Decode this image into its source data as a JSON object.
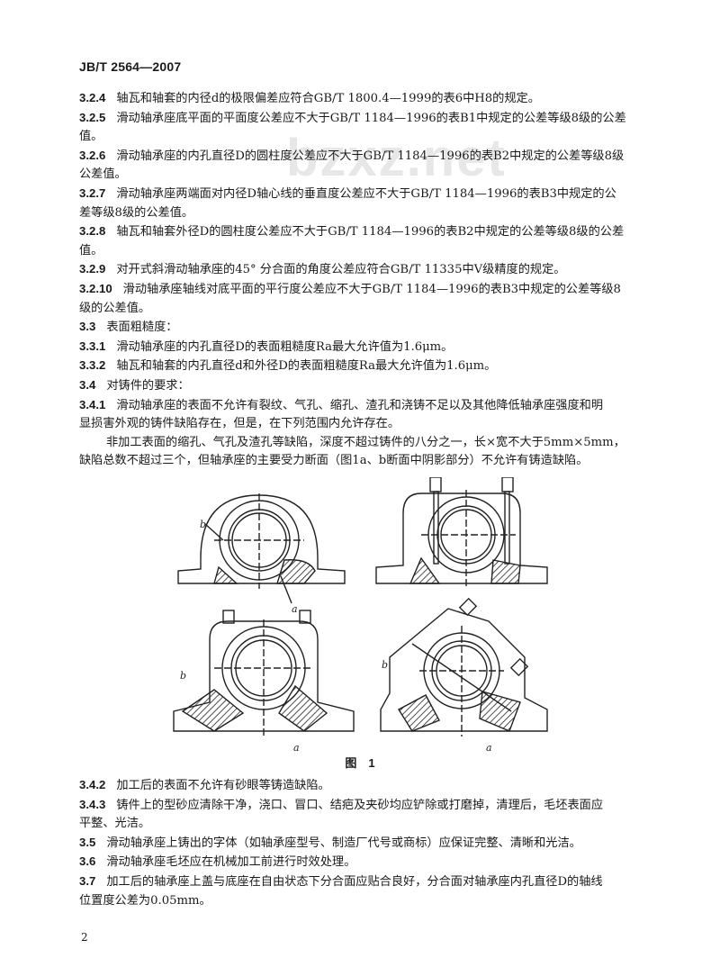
{
  "header": {
    "std_no": "JB/T 2564—2007"
  },
  "watermark": "bzxz.net",
  "block1": [
    {
      "num": "3.2.4",
      "lines": [
        "轴瓦和轴套的内径d的极限偏差应符合GB/T 1800.4—1999的表6中H8的规定。"
      ]
    },
    {
      "num": "3.2.5",
      "lines": [
        "滑动轴承座底平面的平面度公差应不大于GB/T 1184—1996的表B1中规定的公差等级8级的公差",
        "值。"
      ]
    },
    {
      "num": "3.2.6",
      "lines": [
        "滑动轴承座的内孔直径D的圆柱度公差应不大于GB/T 1184—1996的表B2中规定的公差等级8级",
        "公差值。"
      ]
    },
    {
      "num": "3.2.7",
      "lines": [
        "滑动轴承座两端面对内径D轴心线的垂直度公差应不大于GB/T 1184—1996的表B3中规定的公",
        "差等级8级的公差值。"
      ]
    },
    {
      "num": "3.2.8",
      "lines": [
        "轴瓦和轴套外径D的圆柱度公差应不大于GB/T 1184—1996的表B2中规定的公差等级8级的公差",
        "值。"
      ]
    },
    {
      "num": "3.2.9",
      "lines": [
        "对开式斜滑动轴承座的45° 分合面的角度公差应符合GB/T 11335中V级精度的规定。"
      ]
    },
    {
      "num": "3.2.10",
      "lines": [
        "滑动轴承座轴线对底平面的平行度公差应不大于GB/T 1184—1996的表B3中规定的公差等级8",
        "级的公差值。"
      ]
    },
    {
      "num": "3.3",
      "lines": [
        "表面粗糙度："
      ]
    },
    {
      "num": "3.3.1",
      "lines": [
        "滑动轴承座的内孔直径D的表面粗糙度Ra最大允许值为1.6μm。"
      ]
    },
    {
      "num": "3.3.2",
      "lines": [
        "轴瓦和轴套的内孔直径d和外径D的表面粗糙度Ra最大允许值为1.6μm。"
      ]
    },
    {
      "num": "3.4",
      "lines": [
        "对铸件的要求："
      ]
    },
    {
      "num": "3.4.1",
      "lines": [
        "滑动轴承座的表面不允许有裂纹、气孔、缩孔、渣孔和浇铸不足以及其他降低轴承座强度和明",
        "显损害外观的铸件缺陷存在，但是，在下列范围内允许存在。"
      ]
    }
  ],
  "para1": [
    "非加工表面的缩孔、气孔及渣孔等缺陷，深度不超过铸件的八分之一，长×宽不大于5mm×5mm，",
    "缺陷总数不超过三个，但轴承座的主要受力断面（图1a、b断面中阴影部分）不允许有铸造缺陷。"
  ],
  "figure": {
    "caption": "图　1",
    "label_a": "a",
    "label_b": "b"
  },
  "block2": [
    {
      "num": "3.4.2",
      "lines": [
        "加工后的表面不允许有砂眼等铸造缺陷。"
      ]
    },
    {
      "num": "3.4.3",
      "lines": [
        "铸件上的型砂应清除干净，浇口、冒口、结疤及夹砂均应铲除或打磨掉，清理后，毛坯表面应",
        "平整、光洁。"
      ]
    },
    {
      "num": "3.5",
      "lines": [
        "滑动轴承座上铸出的字体（如轴承座型号、制造厂代号或商标）应保证完整、清晰和光洁。"
      ]
    },
    {
      "num": "3.6",
      "lines": [
        "滑动轴承座毛坯应在机械加工前进行时效处理。"
      ]
    },
    {
      "num": "3.7",
      "lines": [
        "加工后的轴承座上盖与底座在自由状态下分合面应贴合良好，分合面对轴承座内孔直径D的轴线",
        "位置度公差为0.05mm。"
      ]
    }
  ],
  "page_number": "2"
}
